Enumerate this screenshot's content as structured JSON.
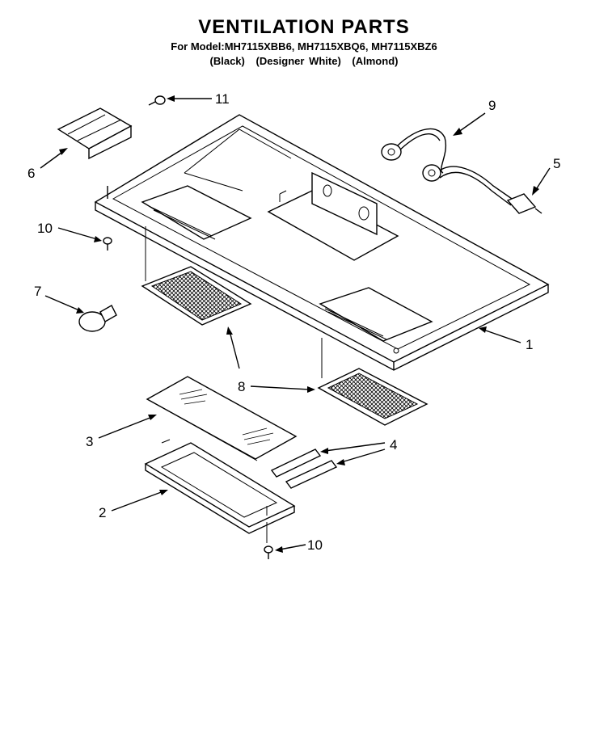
{
  "header": {
    "title": "VENTILATION PARTS",
    "models": "For Model:MH7115XBB6, MH7115XBQ6, MH7115XBZ6",
    "colors": [
      "(Black)",
      "(Designer White)",
      "(Almond)"
    ]
  },
  "callouts": {
    "c1": "1",
    "c2": "2",
    "c3": "3",
    "c4": "4",
    "c5": "5",
    "c6": "6",
    "c7": "7",
    "c8": "8",
    "c9": "9",
    "c10a": "10",
    "c10b": "10",
    "c11": "11"
  }
}
